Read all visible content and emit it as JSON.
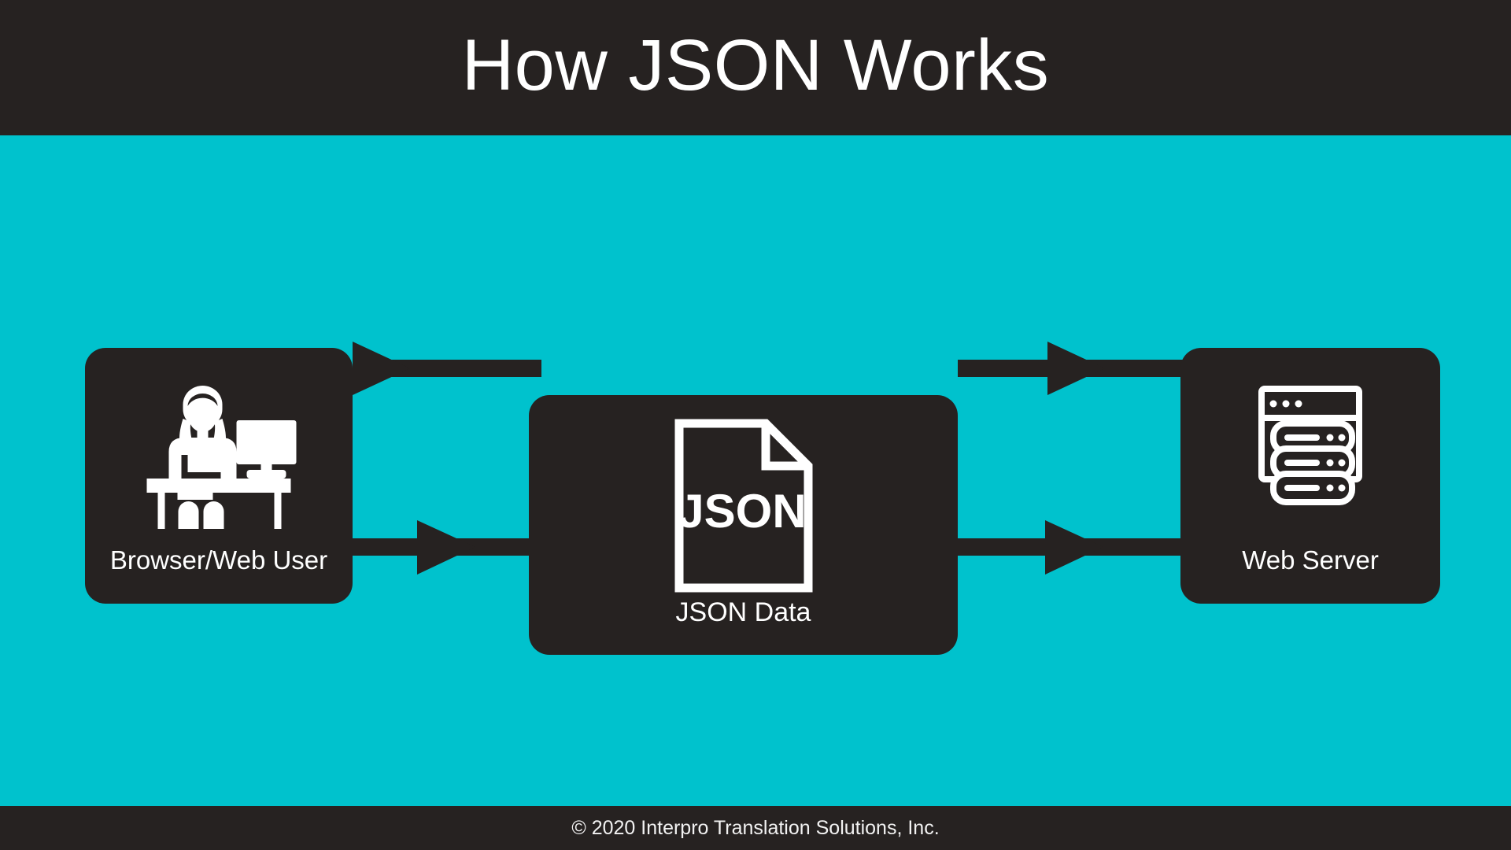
{
  "header": {
    "title": "How JSON Works"
  },
  "footer": {
    "copyright": "© 2020 Interpro Translation Solutions, Inc."
  },
  "colors": {
    "background_teal": "#00c2cd",
    "dark": "#262221",
    "white": "#ffffff"
  },
  "diagram": {
    "type": "flow",
    "nodes": [
      {
        "id": "browser",
        "label": "Browser/Web User",
        "icon": "person-at-desk-icon"
      },
      {
        "id": "json",
        "label": "JSON Data",
        "icon": "json-document-icon",
        "icon_text": "JSON"
      },
      {
        "id": "server",
        "label": "Web Server",
        "icon": "web-server-icon"
      }
    ],
    "edges": [
      {
        "from": "json",
        "to": "browser",
        "direction": "left",
        "label": ""
      },
      {
        "from": "server",
        "to": "json",
        "direction": "left",
        "label": ""
      },
      {
        "from": "browser",
        "to": "server",
        "direction": "down-right-up",
        "label": ""
      }
    ]
  }
}
